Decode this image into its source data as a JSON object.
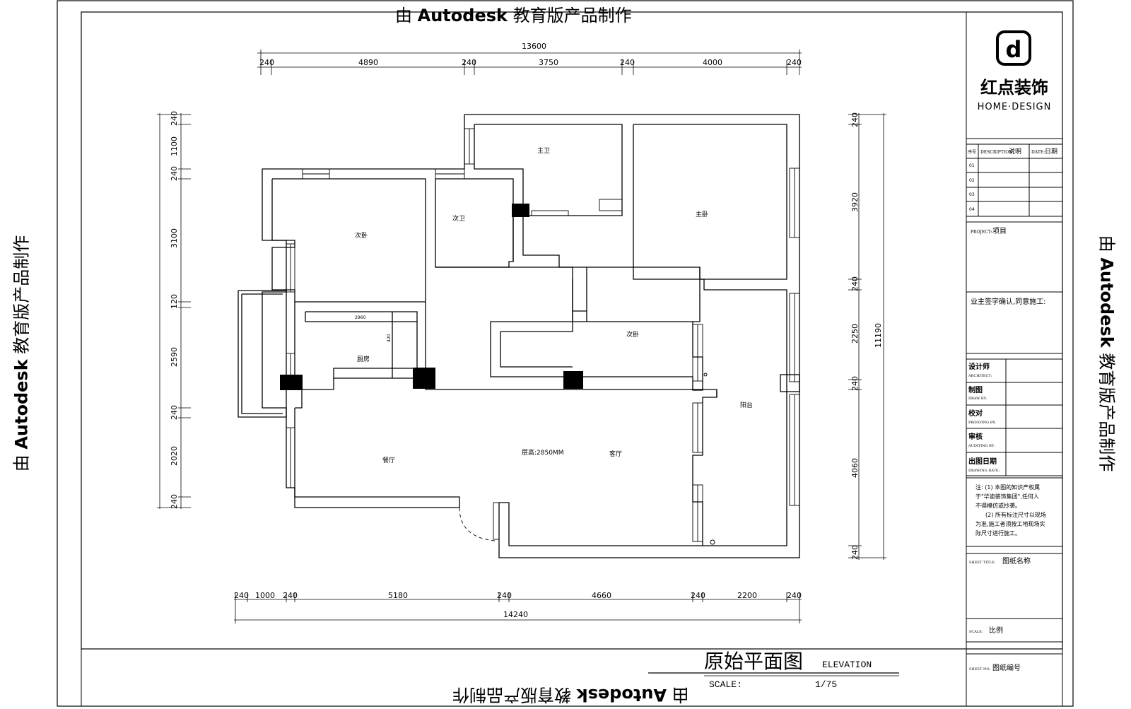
{
  "watermark": {
    "prefix": "由 ",
    "brand": "Autodesk",
    "suffix": " 教育版产品制作"
  },
  "plan": {
    "top_dims": {
      "total": "13600",
      "segments": [
        "240",
        "4890",
        "240",
        "3750",
        "240",
        "4000",
        "240"
      ]
    },
    "bottom_dims": {
      "total": "14240",
      "segments": [
        "240",
        "1000",
        "240",
        "5180",
        "240",
        "4660",
        "240",
        "2200",
        "240"
      ]
    },
    "left_dims": [
      "240",
      "1100",
      "240",
      "3100",
      "120",
      "2590",
      "240",
      "2020",
      "240"
    ],
    "right_dims": {
      "total": "11190",
      "segments": [
        "240",
        "3920",
        "240",
        "2250",
        "240",
        "4060",
        "240"
      ]
    },
    "rooms": {
      "master_bath": "主卫",
      "second_bath": "次卫",
      "second_bedroom_a": "次卧",
      "master_bedroom": "主卧",
      "kitchen": "厨房",
      "second_bedroom_b": "次卧",
      "dining": "餐厅",
      "living": "客厅",
      "balcony": "阳台",
      "ceiling_height": "层高:2850MM"
    },
    "kitchen_dims": {
      "width": "2960",
      "depth": "420"
    }
  },
  "title_block": {
    "logo_letter": "d",
    "brand_cn": "红点装饰",
    "brand_en": "HOME·DESIGN",
    "revision_table": {
      "col_no": "序号",
      "col_desc_en": "DESCRIPTION:",
      "col_desc_cn": "说明",
      "col_date_en": "DATE:",
      "col_date_cn": "日期",
      "rows": [
        "01",
        "02",
        "03",
        "04"
      ]
    },
    "project_label_en": "PROJECT:",
    "project_label_cn": "项目",
    "owner_confirm": "业主签字确认,同意施工:",
    "signoffs": [
      {
        "cn": "设计师",
        "en": "ARCHITECT:"
      },
      {
        "cn": "制图",
        "en": "DRAW BY:"
      },
      {
        "cn": "校对",
        "en": "PROOFING BY:"
      },
      {
        "cn": "审核",
        "en": "AUDITING BY:"
      },
      {
        "cn": "出图日期",
        "en": "DRAWING DATE:"
      }
    ],
    "notes": {
      "line1": "注: (1) 本图的知识产权属",
      "line2": "于\"华迪装饰集团\",任何人",
      "line3": "不得模仿或抄袭。",
      "line4": "(2) 所有标注尺寸以现场",
      "line5": "为准,施工者须按工地现场实",
      "line6": "际尺寸进行施工。"
    },
    "sheet_title_en": "SHEET TITLE:",
    "sheet_title_cn": "图纸名称",
    "scale_en": "SCALE:",
    "scale_cn": "比例",
    "sheet_no_en": "SHEET NO:",
    "sheet_no_cn": "图纸编号"
  },
  "drawing_title": {
    "cn": "原始平面图",
    "en": "ELEVATION",
    "scale_label": "SCALE:",
    "scale_value": "1/75"
  }
}
